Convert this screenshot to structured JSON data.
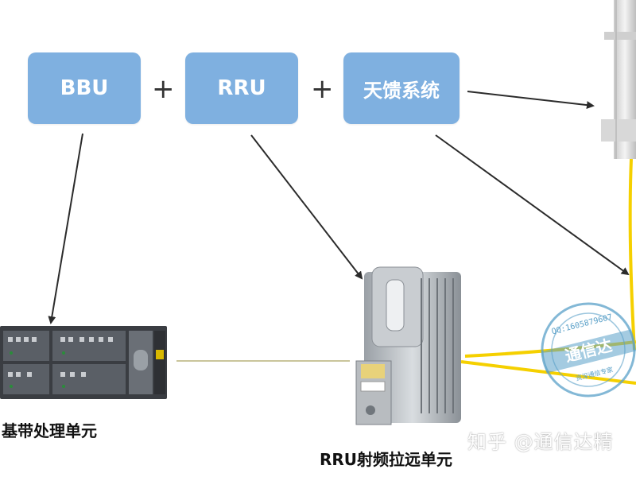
{
  "boxes": {
    "bbu": "BBU",
    "rru": "RRU",
    "antenna": "天馈系统"
  },
  "operators": [
    "+",
    "+"
  ],
  "captions": {
    "bbu": "基带处理单元",
    "rru": "RRU射频拉远单元"
  },
  "stamp": {
    "main": "通信达",
    "phone": "QQ:1605879607",
    "small_text": "资深通信专家"
  },
  "watermark": "知乎 @通信达精",
  "colors": {
    "box": "#7fb0e0",
    "arrow": "#2b2b2b",
    "fiber": "#f5d000",
    "link": "#b8b27a",
    "stamp": "#5aa0c8"
  }
}
